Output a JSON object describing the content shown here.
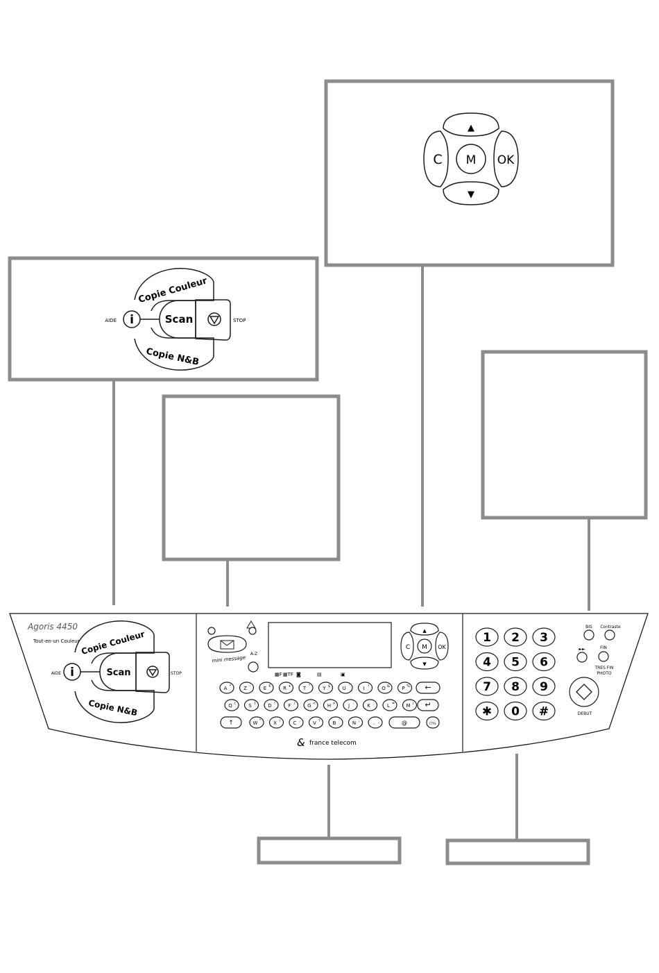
{
  "colors": {
    "frame": "#8c8c8c",
    "ink": "#1a1a1a",
    "panel": "#f4f4f4",
    "paper": "#ffffff"
  },
  "model": {
    "name": "Agoris 4450",
    "subtitle": "Tout-en-un Couleur",
    "brand": "france telecom"
  },
  "copy_cluster": {
    "copie_couleur": "Copie Couleur",
    "scan": "Scan",
    "copie_nb": "Copie N&B",
    "aide": "AIDE",
    "stop": "STOP",
    "info_glyph": "i"
  },
  "nav_cluster": {
    "c": "C",
    "m": "M",
    "ok": "OK",
    "up": "▲",
    "down": "▼"
  },
  "message_area": {
    "mini_message": "mini message",
    "az": "A-Z",
    "indicators": [
      "▦F",
      "▦TF",
      "◙",
      "▤",
      "▣"
    ]
  },
  "keyboard": {
    "row1": [
      "A",
      "Z",
      "E",
      "R",
      "T",
      "Y",
      "U",
      "I",
      "O",
      "P"
    ],
    "row1_sup": [
      "*",
      "-",
      "€",
      "+",
      "\"",
      "$",
      "'",
      "!",
      "&",
      "%"
    ],
    "row2": [
      "Q",
      "S",
      "D",
      "F",
      "G",
      "H",
      "J",
      "K",
      "L",
      "M"
    ],
    "row2_sup": [
      "(",
      ")",
      "!",
      "/",
      "<",
      ">",
      ":",
      ";",
      "=",
      "/"
    ],
    "row3": [
      "W",
      "X",
      "C",
      "V",
      "B",
      "N",
      "."
    ],
    "row3_sup": [
      "\"",
      "/",
      ",",
      "?",
      "'",
      ";",
      "_"
    ],
    "backspace": "←",
    "enter": "↵",
    "shift": "↑",
    "space_at": "@",
    "ctrl": "CTRL"
  },
  "keypad": {
    "keys": [
      "1",
      "2",
      "3",
      "4",
      "5",
      "6",
      "7",
      "8",
      "9",
      "✱",
      "0",
      "#"
    ],
    "bis": "BIS",
    "contraste": "Contraste",
    "fin": "FIN",
    "ffwd": "►►",
    "tres_fin_photo_1": "TRES FIN",
    "tres_fin_photo_2": "PHOTO",
    "debut": "DEBUT"
  }
}
